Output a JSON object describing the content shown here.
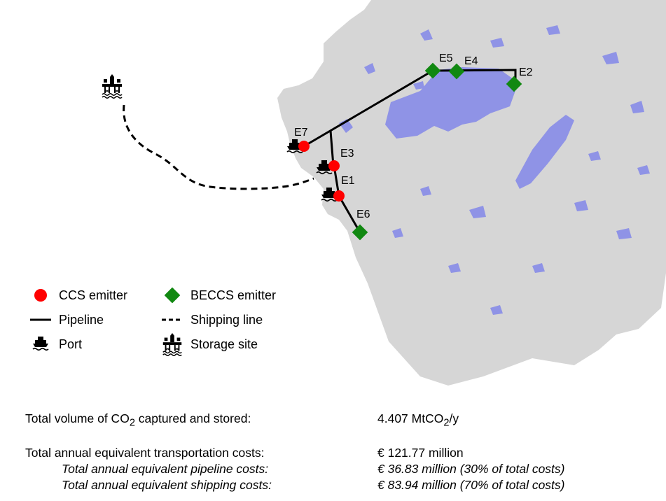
{
  "colors": {
    "land": "#d6d6d6",
    "water": "#8f93e6",
    "ccs": "#ff0000",
    "beccs": "#118811",
    "line": "#000000"
  },
  "emitters": [
    {
      "id": "E1",
      "type": "ccs"
    },
    {
      "id": "E2",
      "type": "beccs"
    },
    {
      "id": "E3",
      "type": "ccs"
    },
    {
      "id": "E4",
      "type": "beccs"
    },
    {
      "id": "E5",
      "type": "beccs"
    },
    {
      "id": "E6",
      "type": "beccs"
    },
    {
      "id": "E7",
      "type": "ccs"
    }
  ],
  "legend": {
    "ccs_emitter": "CCS emitter",
    "beccs_emitter": "BECCS emitter",
    "pipeline": "Pipeline",
    "shipping_line": "Shipping line",
    "port": "Port",
    "storage_site": "Storage site"
  },
  "icons": {
    "port": "ship-icon",
    "storage": "offshore-platform-icon"
  },
  "summary": {
    "volume_label_pre": "Total volume of CO",
    "volume_label_sub": "2",
    "volume_label_post": " captured and stored:",
    "volume_value_pre": "4.407 MtCO",
    "volume_value_sub": "2",
    "volume_value_post": "/y",
    "transport_label": "Total annual equivalent transportation costs:",
    "transport_value": "€ 121.77 million",
    "pipeline_label": "Total annual equivalent pipeline costs:",
    "pipeline_value": "€ 36.83 million (30% of total costs)",
    "shipping_label": "Total annual equivalent shipping costs:",
    "shipping_value": "€ 83.94 million (70% of total costs)"
  }
}
